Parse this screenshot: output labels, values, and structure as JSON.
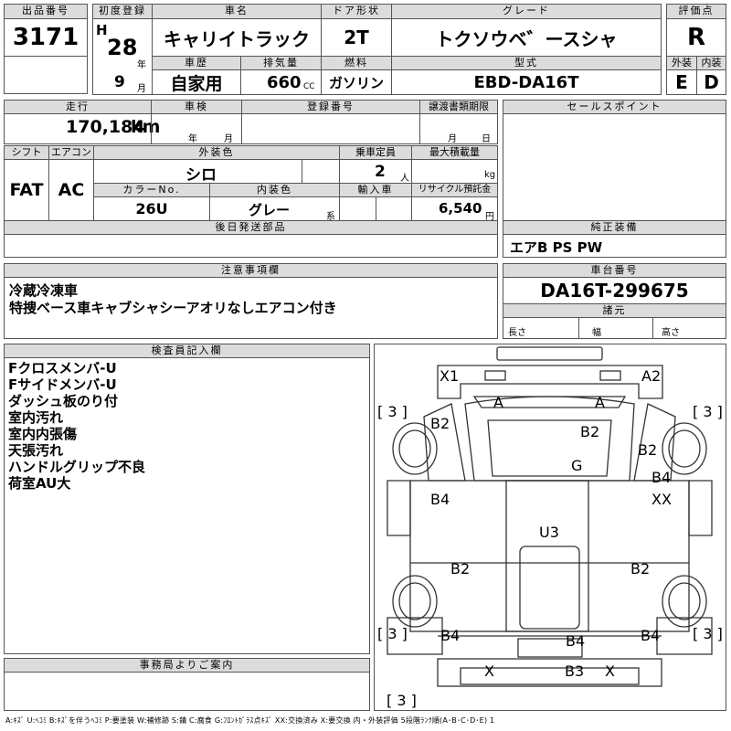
{
  "header": {
    "lot_label": "出品番号",
    "lot": "3171",
    "first_reg_label": "初度登録",
    "era": "H",
    "year": "28",
    "year_unit": "年",
    "month": "9",
    "month_unit": "月",
    "car_name_label": "車名",
    "car_name": "キャリイトラック",
    "door_label": "ドア形状",
    "door": "2T",
    "grade_label": "グレード",
    "grade": "トクソウベ゛ースシャ",
    "score_label": "評価点",
    "score": "R",
    "history_label": "車歴",
    "history": "自家用",
    "displacement_label": "排気量",
    "displacement": "660",
    "cc": "CC",
    "fuel_label": "燃料",
    "fuel": "ガソリン",
    "model_label": "型式",
    "model": "EBD-DA16T",
    "ext_label": "外装",
    "ext": "E",
    "int_label": "内装",
    "int": "D"
  },
  "row2": {
    "mileage_label": "走行",
    "mileage": "170,184",
    "km": "km",
    "inspection_label": "車検",
    "insp_year": "年",
    "insp_month": "月",
    "plate_label": "登録番号",
    "transfer_label": "譲渡書類期限",
    "tr_month": "月",
    "tr_day": "日",
    "sales_label": "セールスポイント"
  },
  "row3": {
    "shift_label": "シフト",
    "shift": "FAT",
    "ac_label": "エアコン",
    "ac": "AC",
    "color_label": "外装色",
    "color": "シロ",
    "capacity_label": "乗車定員",
    "capacity": "2",
    "person": "人",
    "load_label": "最大積載量",
    "kg": "kg",
    "color_no_label": "カラーNo.",
    "color_no": "26U",
    "interior_label": "内装色",
    "interior": "グレー",
    "kei": "系",
    "import_label": "輸入車",
    "recycle_label": "リサイクル預託金",
    "recycle": "6,540",
    "yen": "円"
  },
  "later_label": "後日発送部品",
  "genuine_label": "純正装備",
  "genuine": "エアB PS PW",
  "caution_label": "注意事項欄",
  "caution": [
    "冷蔵冷凍車",
    "特捜ベース車キャブシャシーアオリなしエアコン付き"
  ],
  "chassis_label": "車台番号",
  "chassis": "DA16T-299675",
  "spec_label": "諸元",
  "len_label": "長さ",
  "wid_label": "幅",
  "hgt_label": "高さ",
  "inspector_label": "検査員記入欄",
  "inspector_notes": [
    "Fクロスメンバ-U",
    "Fサイドメンバ-U",
    "ダッシュ板のり付",
    "室内汚れ",
    "室内内張傷",
    "天張汚れ",
    "ハンドルグリップ不良",
    "荷室AU大"
  ],
  "office_label": "事務局よりご案内",
  "diagram_marks": {
    "x1": "X1",
    "a2": "A2",
    "a_l": "A",
    "a_r": "A",
    "tire_fl": "[ 3 ]",
    "tire_fr": "[ 3 ]",
    "tire_rl": "[ 3 ]",
    "tire_rr": "[ 3 ]",
    "tire_spare": "[ 3 ]",
    "b2_fl": "B2",
    "b2_roof": "B2",
    "b2_fr": "B2",
    "g": "G",
    "b4_l": "B4",
    "b4_r": "B4",
    "xx": "XX",
    "u3": "U3",
    "b2_bl": "B2",
    "b2_br": "B2",
    "b4_bl": "B4",
    "b4_bc": "B4",
    "b4_br": "B4",
    "x_bl": "X",
    "b3": "B3",
    "x_br": "X"
  },
  "legend": "A:ｷｽﾞ U:ﾍｺﾐ B:ｷｽﾞを伴うﾍｺﾐ P:要塗装 W:補修跡 S:錆 C:腐食 G:ﾌﾛﾝﾄｶﾞﾗｽ点ｷｽﾞ XX:交換済み X:要交換 内・外装評価 5段階ﾗﾝｸ順(A･B･C･D･E) 1"
}
